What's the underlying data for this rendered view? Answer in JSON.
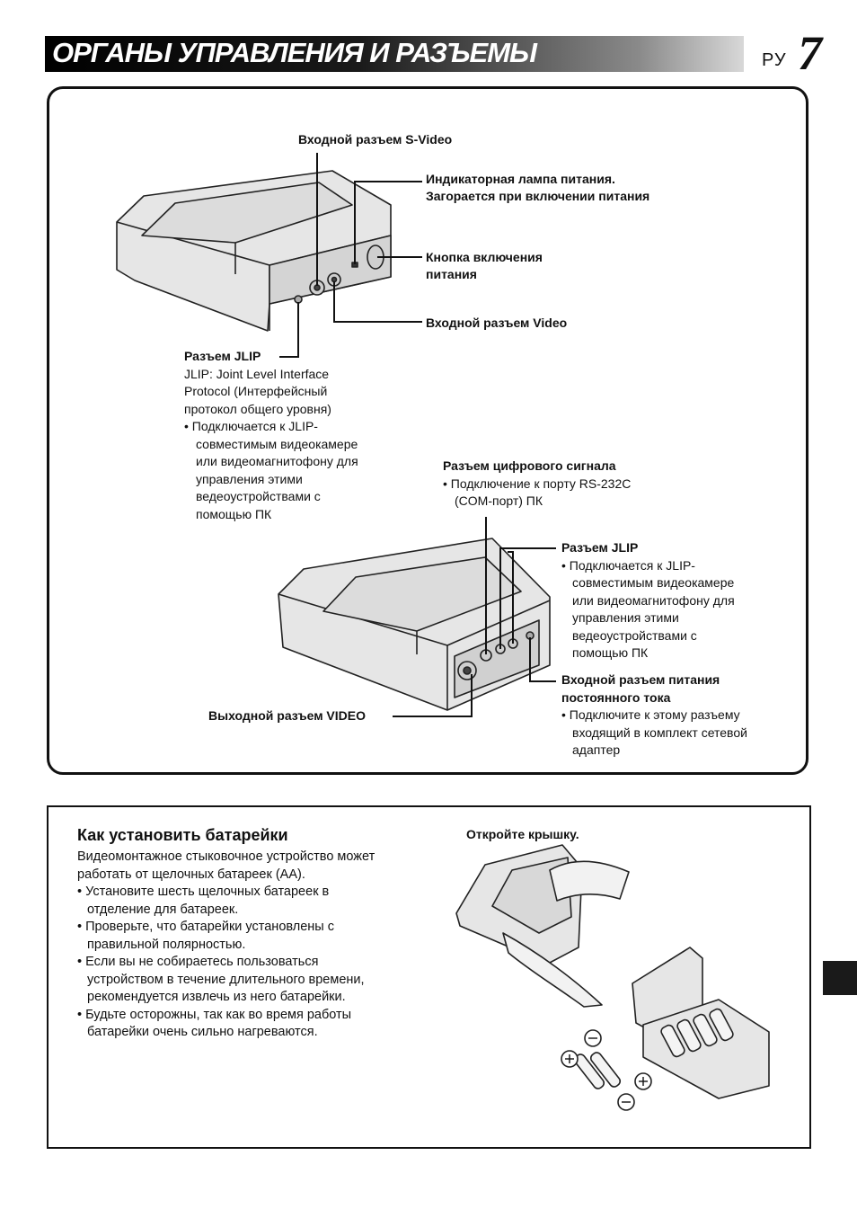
{
  "header": {
    "title": "ОРГАНЫ УПРАВЛЕНИЯ И РАЗЪЕМЫ",
    "lang": "РУ",
    "page_number": "7"
  },
  "diagram": {
    "svideo_in": "Входной разъем S-Video",
    "power_lamp_1": "Индикаторная лампа питания.",
    "power_lamp_2": "Загорается при включении питания",
    "power_button_1": "Кнопка включения",
    "power_button_2": "питания",
    "video_in": "Входной разъем Video",
    "jlip_title": "Разъем JLIP",
    "jlip_desc_1": "JLIP: Joint Level Interface",
    "jlip_desc_2": "Protocol (Интерфейсный",
    "jlip_desc_3": "протокол общего уровня)",
    "jlip_bullet": [
      "• Подключается к JLIP-",
      "совместимым видеокамере",
      "или видеомагнитофону для",
      "управления этими",
      "ведеоустройствами с",
      "помощью ПК"
    ],
    "digital_title": "Разъем цифрового сигнала",
    "digital_bullet_1": "• Подключение к порту RS-232C",
    "digital_bullet_2": "(COM-порт) ПК",
    "jlip2_title": "Разъем JLIP",
    "jlip2_bullet": [
      "• Подключается к JLIP-",
      "совместимым видеокамере",
      "или видеомагнитофону для",
      "управления этими",
      "ведеоустройствами с",
      "помощью ПК"
    ],
    "dc_title_1": "Входной разъем питания",
    "dc_title_2": "постоянного тока",
    "dc_bullet": [
      "• Подключите к этому разъему",
      "входящий в комплект сетевой",
      "адаптер"
    ],
    "video_out": "Выходной разъем VIDEO"
  },
  "battery": {
    "title": "Как установить батарейки",
    "intro_1": "Видеомонтажное стыковочное устройство может",
    "intro_2": "работать от щелочных батареек (АА).",
    "bullets": [
      [
        "• Установите шесть щелочных батареек в",
        "отделение для батареек."
      ],
      [
        "• Проверьте, что батарейки установлены с",
        "правильной полярностью."
      ],
      [
        "• Если вы не собираетесь пользоваться",
        "устройством в течение длительного времени,",
        "рекомендуется извлечь из него батарейки."
      ],
      [
        "• Будьте осторожны, так как во время работы",
        "батарейки очень сильно нагреваются."
      ]
    ],
    "open_lid": "Откройте крышку."
  }
}
